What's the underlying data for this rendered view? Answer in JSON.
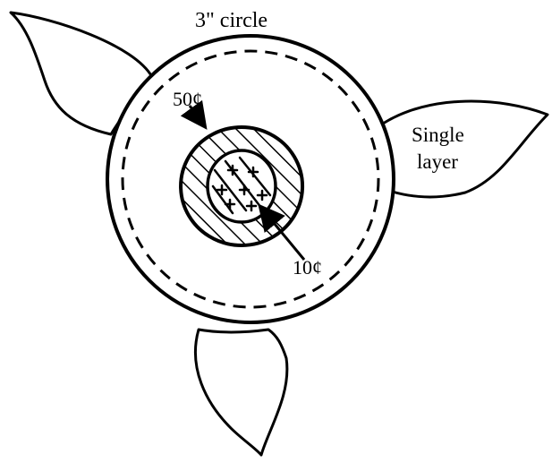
{
  "labels": {
    "outer_circle": "3\" circle",
    "leaf_right_line1": "Single",
    "leaf_right_line2": "layer",
    "middle_circle": "50¢",
    "inner_circle": "10¢"
  },
  "colors": {
    "ink": "#000000",
    "background": "#ffffff"
  }
}
